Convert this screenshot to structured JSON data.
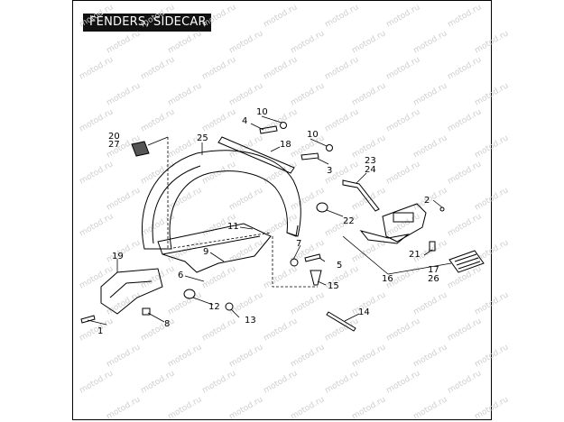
{
  "title": "FENDERS, SIDECAR",
  "watermark": "motod.ru",
  "callouts": [
    {
      "id": "c1",
      "label": "1"
    },
    {
      "id": "c2",
      "label": "2"
    },
    {
      "id": "c3",
      "label": "3"
    },
    {
      "id": "c4",
      "label": "4"
    },
    {
      "id": "c5",
      "label": "5"
    },
    {
      "id": "c6",
      "label": "6"
    },
    {
      "id": "c7",
      "label": "7"
    },
    {
      "id": "c8",
      "label": "8"
    },
    {
      "id": "c9",
      "label": "9"
    },
    {
      "id": "c10a",
      "label": "10"
    },
    {
      "id": "c10b",
      "label": "10"
    },
    {
      "id": "c11",
      "label": "11"
    },
    {
      "id": "c12",
      "label": "12"
    },
    {
      "id": "c13",
      "label": "13"
    },
    {
      "id": "c14",
      "label": "14"
    },
    {
      "id": "c15",
      "label": "15"
    },
    {
      "id": "c16",
      "label": "16"
    },
    {
      "id": "c17",
      "label": "17"
    },
    {
      "id": "c18",
      "label": "18"
    },
    {
      "id": "c19",
      "label": "19"
    },
    {
      "id": "c20",
      "label": "20"
    },
    {
      "id": "c21",
      "label": "21"
    },
    {
      "id": "c22",
      "label": "22"
    },
    {
      "id": "c23",
      "label": "23"
    },
    {
      "id": "c24",
      "label": "24"
    },
    {
      "id": "c25",
      "label": "25"
    },
    {
      "id": "c26",
      "label": "26"
    },
    {
      "id": "c27",
      "label": "27"
    }
  ]
}
